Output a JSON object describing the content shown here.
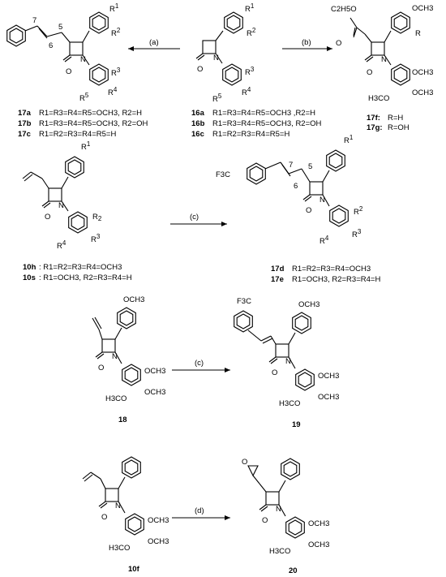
{
  "arrows": {
    "a": "(a)",
    "b": "(b)",
    "c1": "(c)",
    "c2": "(c)",
    "d": "(d)"
  },
  "atoms": {
    "N": "N",
    "O": "O",
    "CH3O_left": "H3CO",
    "OCH3": "OCH3",
    "CF3": "F3C",
    "ester": "C2H5O",
    "R": "R"
  },
  "compounds": {
    "c17a": {
      "id": "17a",
      "desc": "R1=R3=R4=R5=OCH3, R2=H"
    },
    "c17b": {
      "id": "17b",
      "desc": "R1=R3=R4=R5=OCH3, R2=OH"
    },
    "c17c": {
      "id": "17c",
      "desc": "R1=R2=R3=R4=R5=H"
    },
    "c16a": {
      "id": "16a",
      "desc": "R1=R3=R4=R5=OCH3 ,R2=H"
    },
    "c16b": {
      "id": "16b",
      "desc": "R1=R3=R4=R5=OCH3, R2=OH"
    },
    "c16c": {
      "id": "16c",
      "desc": "R1=R2=R3=R4=R5=H"
    },
    "c17f": {
      "id": "17f:",
      "desc": "R=H"
    },
    "c17g": {
      "id": "17g:",
      "desc": "R=OH"
    },
    "c10h": {
      "id": "10h",
      "desc": ": R1=R2=R3=R4=OCH3"
    },
    "c10s": {
      "id": "10s",
      "desc": ": R1=OCH3, R2=R3=R4=H"
    },
    "c17d": {
      "id": "17d",
      "desc": "R1=R2=R3=R4=OCH3"
    },
    "c17e": {
      "id": "17e",
      "desc": "R1=OCH3, R2=R3=R4=H"
    },
    "c18": {
      "id": "18"
    },
    "c19": {
      "id": "19"
    },
    "c10f": {
      "id": "10f"
    },
    "c20": {
      "id": "20"
    }
  },
  "position_numbers": {
    "n5": "5",
    "n6": "6",
    "n7": "7"
  }
}
